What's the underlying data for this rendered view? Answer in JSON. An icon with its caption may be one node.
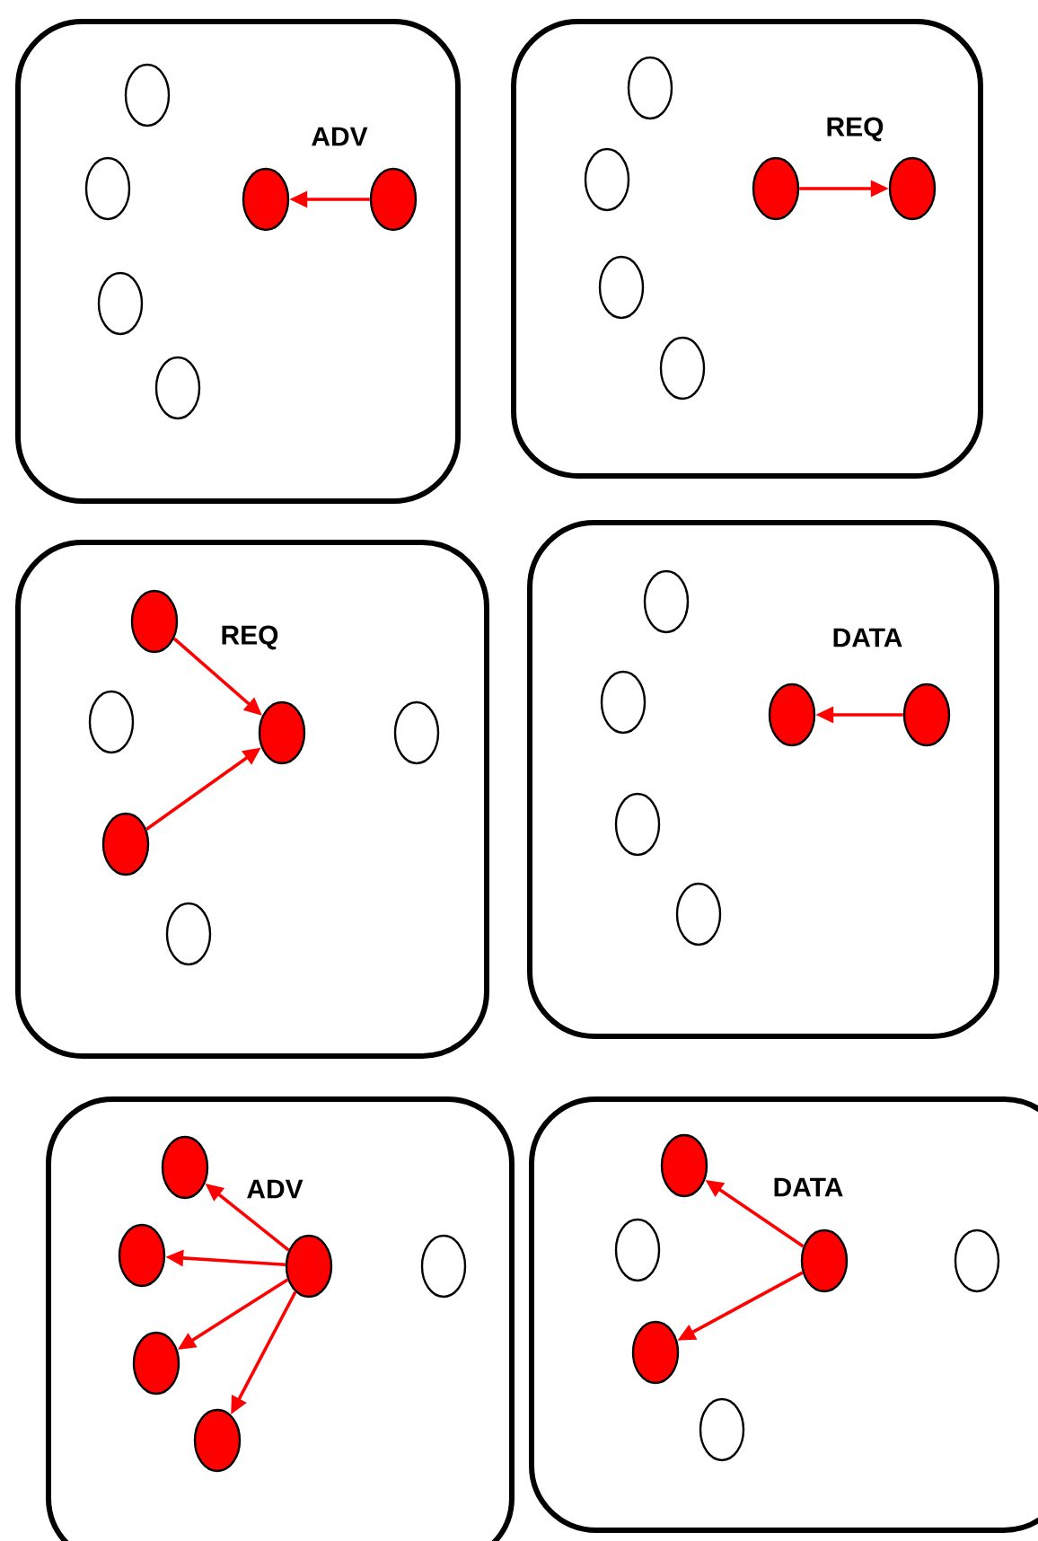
{
  "diagram": {
    "nodes": [
      {
        "text": [
          "ADV"
        ]
      },
      {
        "text": [],
        "shape": "circle",
        "in": 0
      },
      {
        "text": [],
        "shape": "circle",
        "in": 0
      },
      {
        "text": [],
        "shape": "circle",
        "in": 0
      },
      {
        "text": [],
        "shape": "circle",
        "in": 0
      },
      {
        "text": [],
        "shape": "circle",
        "in": 0
      },
      {
        "text": [],
        "shape": "circle",
        "in": 0
      },
      {
        "text": [
          "REQ"
        ]
      },
      {
        "text": [],
        "shape": "circle",
        "in": 7
      },
      {
        "text": [],
        "shape": "circle",
        "in": 7
      },
      {
        "text": [],
        "shape": "circle",
        "in": 7
      },
      {
        "text": [],
        "shape": "circle",
        "in": 7
      },
      {
        "text": [],
        "shape": "circle",
        "in": 7
      },
      {
        "text": [],
        "shape": "circle",
        "in": 7
      },
      {
        "text": [
          "REQ"
        ]
      },
      {
        "text": [],
        "shape": "circle",
        "in": 14
      },
      {
        "text": [],
        "shape": "circle",
        "in": 14
      },
      {
        "text": [],
        "shape": "circle",
        "in": 14
      },
      {
        "text": [],
        "shape": "circle",
        "in": 14
      },
      {
        "text": [],
        "shape": "circle",
        "in": 14
      },
      {
        "text": [],
        "shape": "circle",
        "in": 14
      },
      {
        "text": [
          "DATA"
        ]
      },
      {
        "text": [],
        "shape": "circle",
        "in": 21
      },
      {
        "text": [],
        "shape": "circle",
        "in": 21
      },
      {
        "text": [],
        "shape": "circle",
        "in": 21
      },
      {
        "text": [],
        "shape": "circle",
        "in": 21
      },
      {
        "text": [],
        "shape": "circle",
        "in": 21
      },
      {
        "text": [],
        "shape": "circle",
        "in": 21
      },
      {
        "text": [
          "ADV"
        ]
      },
      {
        "text": [],
        "shape": "circle",
        "in": 28
      },
      {
        "text": [],
        "shape": "circle",
        "in": 28
      },
      {
        "text": [],
        "shape": "circle",
        "in": 28
      },
      {
        "text": [],
        "shape": "circle",
        "in": 28
      },
      {
        "text": [],
        "shape": "circle",
        "in": 28
      },
      {
        "text": [],
        "shape": "circle",
        "in": 28
      },
      {
        "text": [
          "DATA"
        ]
      },
      {
        "text": [],
        "shape": "circle",
        "in": 35
      },
      {
        "text": [],
        "shape": "circle",
        "in": 35
      },
      {
        "text": [],
        "shape": "circle",
        "in": 35
      },
      {
        "text": [],
        "shape": "circle",
        "in": 35
      },
      {
        "text": [],
        "shape": "circle",
        "in": 35
      },
      {
        "text": [],
        "shape": "circle",
        "in": 35
      }
    ],
    "edges": [
      {
        "from": 4,
        "to": 3,
        "arrow": "to"
      },
      {
        "from": 10,
        "to": 11,
        "arrow": "to"
      },
      {
        "from": 15,
        "to": 17,
        "arrow": "to"
      },
      {
        "from": 19,
        "to": 17,
        "arrow": "to"
      },
      {
        "from": 25,
        "to": 24,
        "arrow": "to"
      },
      {
        "from": 31,
        "to": 29,
        "arrow": "to"
      },
      {
        "from": 31,
        "to": 30,
        "arrow": "to"
      },
      {
        "from": 31,
        "to": 33,
        "arrow": "to"
      },
      {
        "from": 31,
        "to": 34,
        "arrow": "to"
      },
      {
        "from": 38,
        "to": 36,
        "arrow": "to"
      },
      {
        "from": 38,
        "to": 40,
        "arrow": "to"
      }
    ]
  }
}
